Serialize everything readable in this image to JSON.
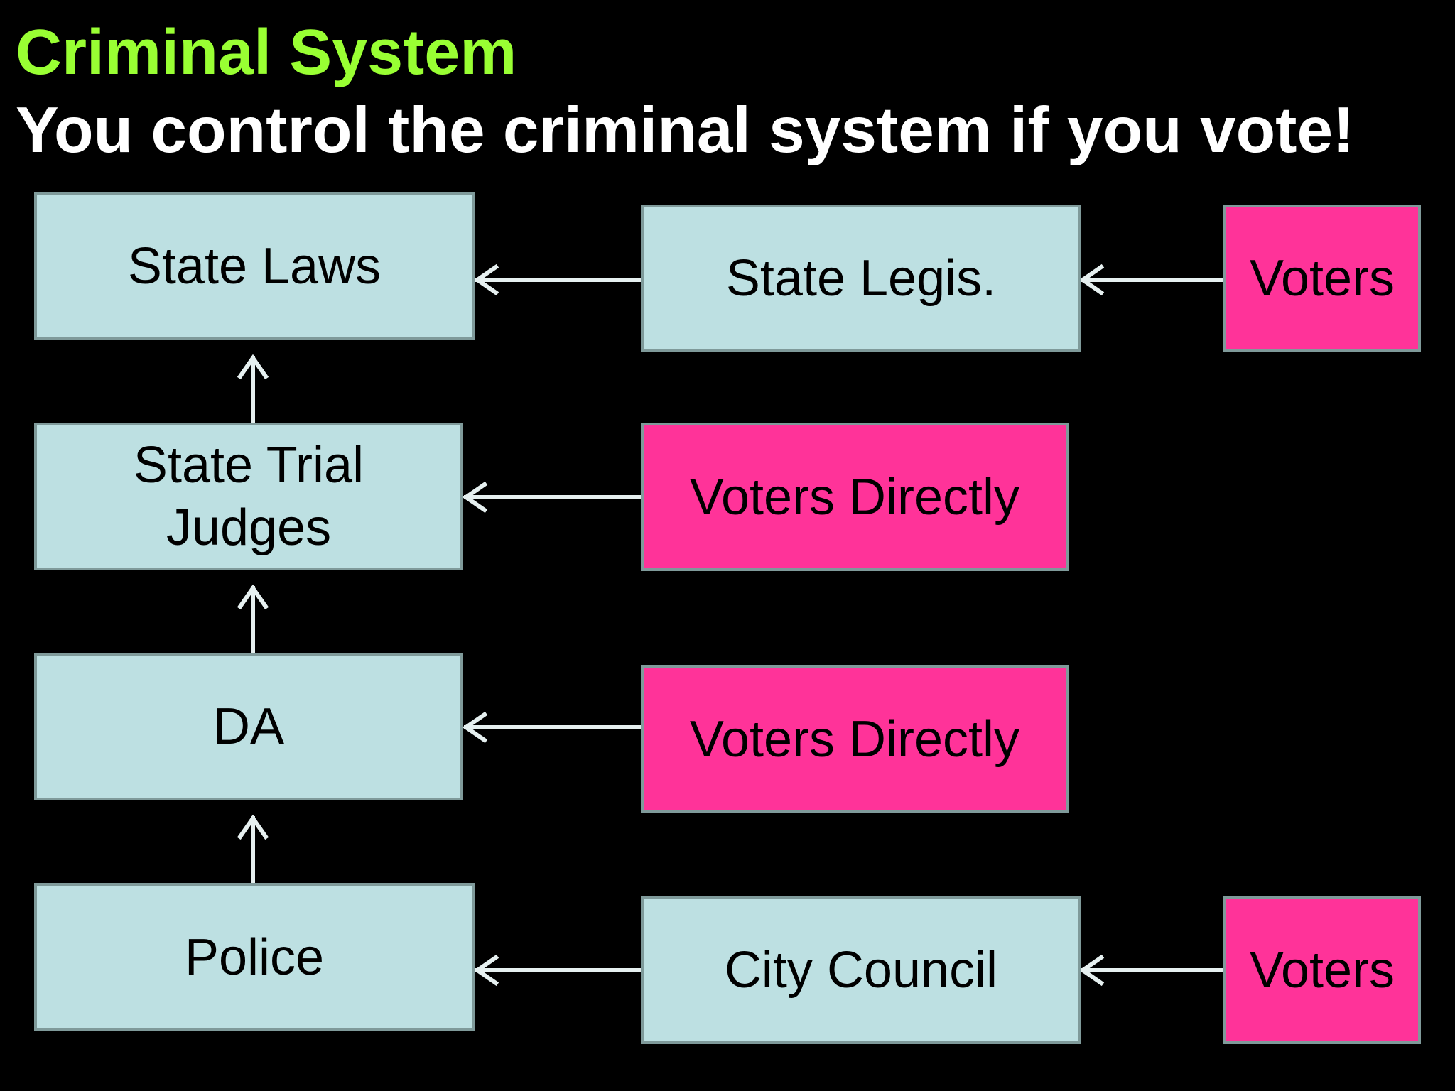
{
  "header": {
    "title": "Criminal System",
    "subtitle": "You control the criminal system if you vote!"
  },
  "nodes": {
    "state_laws": "State Laws",
    "state_legis": "State Legis.",
    "voters_top": "Voters",
    "state_trial_judges_line1": "State Trial",
    "state_trial_judges_line2": "Judges",
    "voters_directly_judges": "Voters Directly",
    "da": "DA",
    "voters_directly_da": "Voters Directly",
    "police": "Police",
    "city_council": "City Council",
    "voters_bottom": "Voters"
  },
  "colors": {
    "title": "#99ff33",
    "subtitle": "#ffffff",
    "box_blue": "#bde0e2",
    "box_pink": "#ff3399",
    "box_border": "#7f9a9a",
    "arrow": "#e6f0f0",
    "background": "#000000"
  }
}
